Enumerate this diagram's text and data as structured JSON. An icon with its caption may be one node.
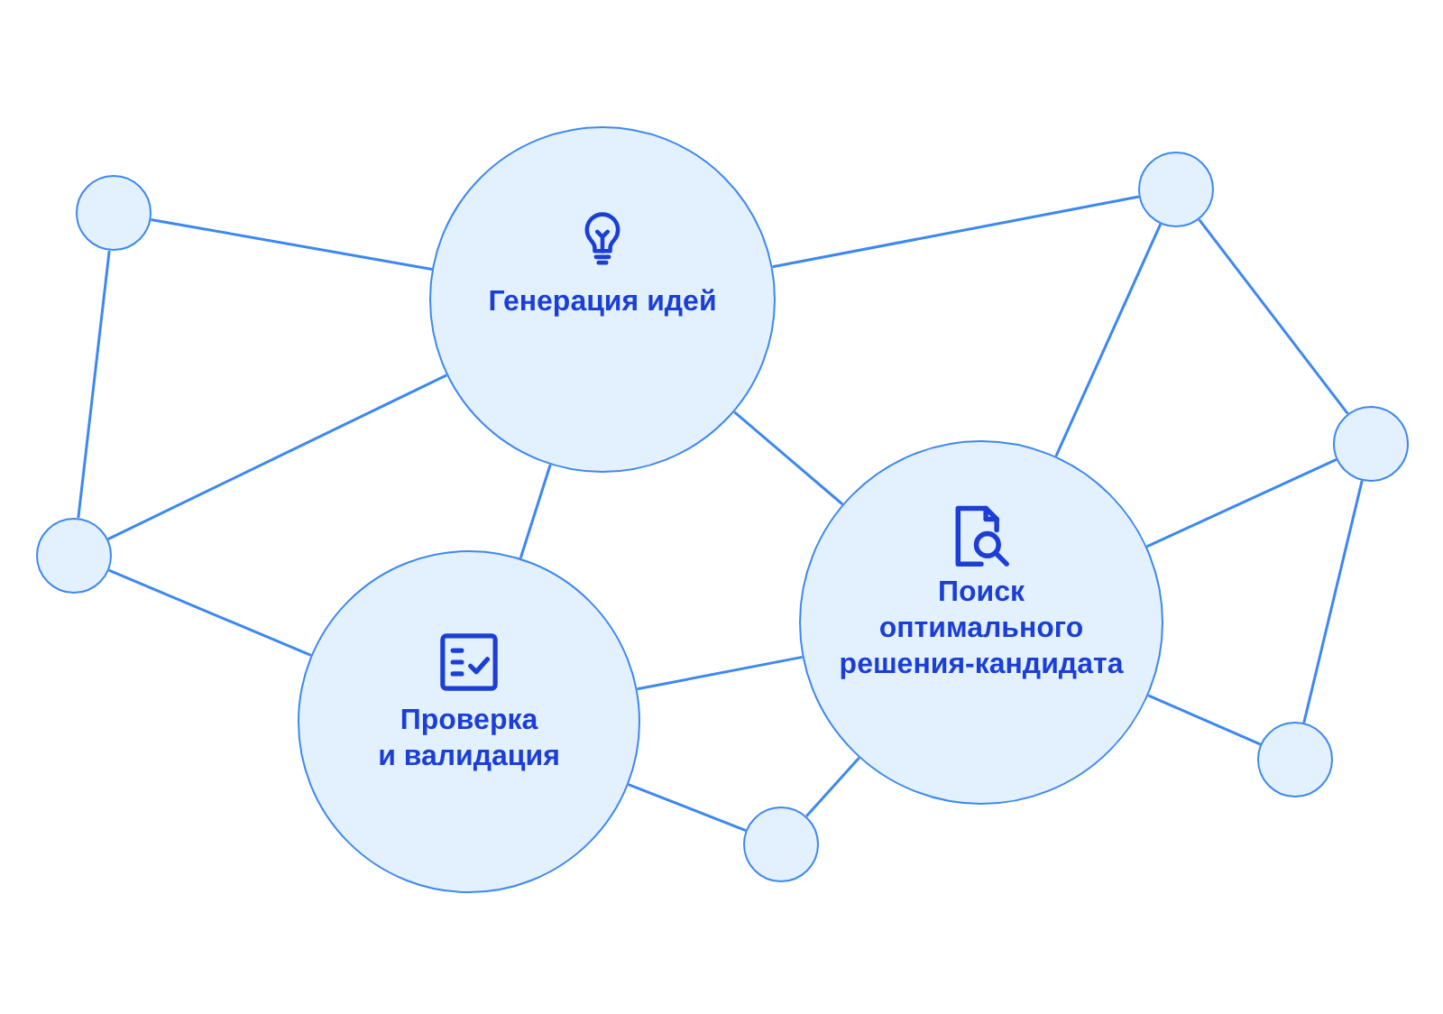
{
  "diagram": {
    "nodes": [
      {
        "text": [
          "Генерация идей"
        ]
      },
      {
        "text": [
          "Поиск оптимального решения-кандидата"
        ]
      },
      {
        "text": [
          "Проверка и валидация"
        ]
      },
      {
        "text": [],
        "shape": "circle"
      },
      {
        "text": [],
        "shape": "circle"
      },
      {
        "text": [],
        "shape": "circle"
      },
      {
        "text": [],
        "shape": "circle"
      },
      {
        "text": [],
        "shape": "circle"
      },
      {
        "text": [],
        "shape": "circle"
      }
    ],
    "edges": [
      {
        "from": 4,
        "to": 0,
        "arrow": "none"
      },
      {
        "from": 4,
        "to": 6,
        "arrow": "none"
      },
      {
        "from": 6,
        "to": 0,
        "arrow": "none"
      },
      {
        "from": 6,
        "to": 2,
        "arrow": "none"
      },
      {
        "from": 0,
        "to": 2,
        "arrow": "none"
      },
      {
        "from": 0,
        "to": 1,
        "arrow": "none"
      },
      {
        "from": 0,
        "to": 3,
        "arrow": "none"
      },
      {
        "from": 3,
        "to": 1,
        "arrow": "none"
      },
      {
        "from": 3,
        "to": 5,
        "arrow": "none"
      },
      {
        "from": 1,
        "to": 5,
        "arrow": "none"
      },
      {
        "from": 5,
        "to": 7,
        "arrow": "none"
      },
      {
        "from": 1,
        "to": 7,
        "arrow": "none"
      },
      {
        "from": 2,
        "to": 1,
        "arrow": "none"
      },
      {
        "from": 2,
        "to": 8,
        "arrow": "none"
      },
      {
        "from": 1,
        "to": 8,
        "arrow": "none"
      }
    ]
  }
}
